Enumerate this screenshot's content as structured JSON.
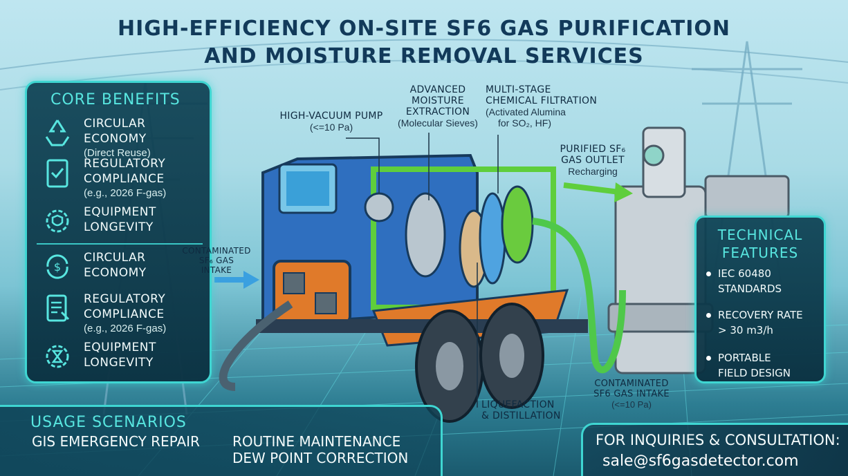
{
  "title": {
    "line1": "HIGH-EFFICIENCY ON-SITE SF6 GAS PURIFICATION",
    "line2": "AND MOISTURE REMOVAL SERVICES"
  },
  "core_benefits": {
    "heading": "CORE BENEFITS",
    "items": [
      {
        "title": "CIRCULAR ECONOMY",
        "sub": "(Direct Reuse)",
        "icon": "recycle-icon"
      },
      {
        "title": "REGULATORY",
        "title2": "COMPLIANCE",
        "sub": "(e.g., 2026 F-gas)",
        "icon": "clipboard-check-icon"
      },
      {
        "title": "EQUIPMENT",
        "title2": "LONGEVITY",
        "icon": "gear-shield-icon"
      },
      {
        "title": "CIRCULAR",
        "title2": "ECONOMY",
        "icon": "dollar-cycle-icon"
      },
      {
        "title": "REGULATORY",
        "title2": "COMPLIANCE",
        "sub": "(e.g., 2026 F-gas)",
        "icon": "document-icon"
      },
      {
        "title": "EQUIPMENT",
        "title2": "LONGEVITY",
        "icon": "gear-hourglass-icon"
      }
    ]
  },
  "technical_features": {
    "heading_line1": "TECHNICAL",
    "heading_line2": "FEATURES",
    "items": [
      {
        "line1": "IEC 60480",
        "line2": "STANDARDS"
      },
      {
        "line1": "RECOVERY RATE",
        "line2": "> 30 m3/h"
      },
      {
        "line1": "PORTABLE",
        "line2": "FIELD DESIGN"
      }
    ]
  },
  "callouts": {
    "vacuum": {
      "l1": "HIGH-VACUUM PUMP",
      "l2": "(<=10 Pa)"
    },
    "moisture": {
      "l1": "ADVANCED",
      "l2": "MOISTURE",
      "l3": "EXTRACTION",
      "l4": "(Molecular Sieves)"
    },
    "filtration": {
      "l1": "MULTI-STAGE",
      "l2": "CHEMICAL FILTRATION",
      "l3": "(Activated Alumina",
      "l4": "for SO₂, HF)"
    },
    "outlet": {
      "l1": "PURIFIED SF₆",
      "l2": "GAS OUTLET",
      "l3": "Recharging"
    },
    "intake_left": {
      "l1": "CONTAMINATED",
      "l2": "SF₆ GAS",
      "l3": "INTAKE"
    },
    "intake_right": {
      "l1": "CONTAMINATED",
      "l2": "SF6 GAS INTAKE",
      "l3": "(<=10 Pa)"
    },
    "liquefaction": {
      "l1": "LIQUEFACTION",
      "l2": "& DISTILLATION"
    }
  },
  "usage": {
    "heading": "USAGE SCENARIOS",
    "items": [
      "GIS EMERGENCY REPAIR",
      "ROUTINE MAINTENANCE",
      "DEW POINT CORRECTION"
    ]
  },
  "contact": {
    "heading": "FOR INQUIRIES & CONSULTATION:",
    "email": "sale@sf6gasdetector.com"
  },
  "colors": {
    "accent": "#3fd6d2",
    "panel": "#0e4254",
    "truck_blue": "#2f6fbf",
    "truck_orange": "#e07a2a",
    "truck_green": "#5fce3c"
  }
}
